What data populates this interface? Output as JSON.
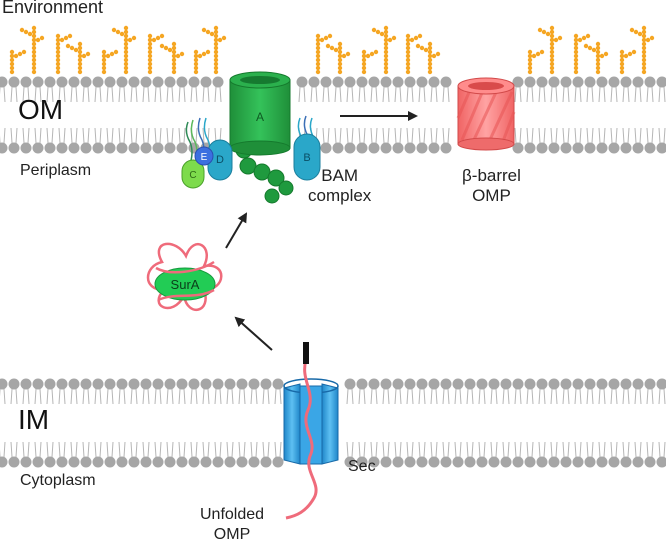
{
  "labels": {
    "environment": "Environment",
    "om": "OM",
    "periplasm": "Periplasm",
    "im": "IM",
    "cytoplasm": "Cytoplasm",
    "bam_line1": "BAM",
    "bam_line2": "complex",
    "omp_line1": "β-barrel",
    "omp_line2": "OMP",
    "sec": "Sec",
    "unfolded_line1": "Unfolded",
    "unfolded_line2": "OMP",
    "sura": "SurA",
    "subunit_a": "A",
    "subunit_b": "B",
    "subunit_c": "C",
    "subunit_d": "D",
    "subunit_e": "E"
  },
  "colors": {
    "lipid_head": "#a6a6a6",
    "lps_sugar": "#f5a623",
    "bam_green": "#27a844",
    "bam_blue": "#2aa7c9",
    "omp_pink": "#f47a7a",
    "sec_blue": "#3aa6e6",
    "sura_green": "#22cc55",
    "chain_pink": "#ef6b7b"
  }
}
